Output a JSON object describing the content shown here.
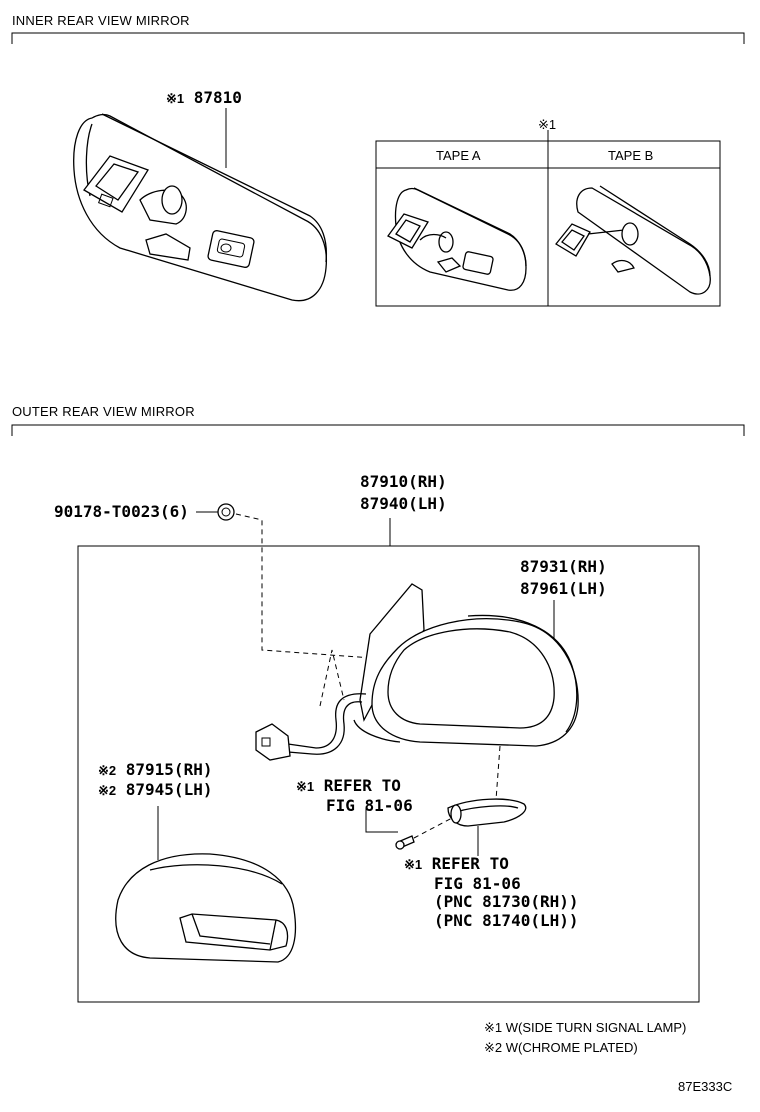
{
  "sections": {
    "inner": {
      "title": "INNER REAR VIEW MIRROR"
    },
    "outer": {
      "title": "OUTER REAR VIEW MIRROR"
    }
  },
  "inner": {
    "mirror_mark": "※1",
    "mirror_part": "87810",
    "tape_mark": "※1",
    "tape_a": "TAPE A",
    "tape_b": "TAPE B"
  },
  "outer": {
    "screw": "90178-T0023(6)",
    "assy_rh": "87910(RH)",
    "assy_lh": "87940(LH)",
    "housing_rh": "87931(RH)",
    "housing_lh": "87961(LH)",
    "cover_rh_mark": "※2",
    "cover_rh": "87915(RH)",
    "cover_lh_mark": "※2",
    "cover_lh": "87945(LH)",
    "refer1_mark": "※1",
    "refer1_line1": "REFER TO",
    "refer1_line2": "FIG 81-06",
    "refer2_mark": "※1",
    "refer2_line1": "REFER TO",
    "refer2_line2": "FIG 81-06",
    "refer2_pnc_rh": "(PNC 81730(RH))",
    "refer2_pnc_lh": "(PNC 81740(LH))"
  },
  "notes": {
    "n1": "※1 W(SIDE TURN SIGNAL LAMP)",
    "n2": "※2 W(CHROME PLATED)"
  },
  "figure_code": "87E333C"
}
